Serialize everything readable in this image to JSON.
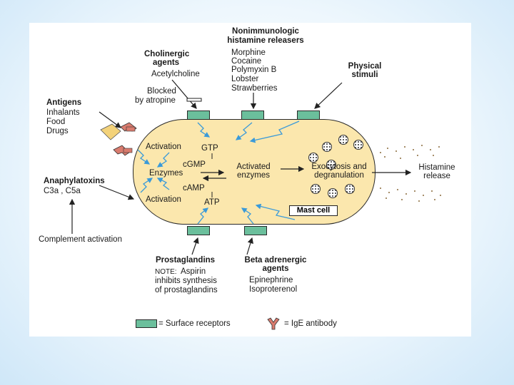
{
  "title": [
    "Nonimmunologic",
    "histamine releasers"
  ],
  "cholinergic": {
    "title": [
      "Cholinergic",
      "agents"
    ],
    "agent": "Acetylcholine",
    "blocked": [
      "Blocked",
      "by atropine"
    ]
  },
  "nonimmuno_list": [
    "Morphine",
    "Cocaine",
    "Polymyxin B",
    "Lobster",
    "Strawberries"
  ],
  "physical": [
    "Physical",
    "stimuli"
  ],
  "antigens": {
    "title": "Antigens",
    "items": [
      "Inhalants",
      "Food",
      "Drugs"
    ]
  },
  "anaphylatoxins": {
    "title": "Anaphylatoxins",
    "items": "C3a , C5a"
  },
  "complement": "Complement activation",
  "cell": {
    "activation_top": "Activation",
    "activation_bottom": "Activation",
    "enzymes": "Enzymes",
    "gtp": "GTP",
    "cgmp": "cGMP",
    "camp": "cAMP",
    "atp": "ATP",
    "activated_enzymes": [
      "Activated",
      "enzymes"
    ],
    "exocytosis": [
      "Exocytosis and",
      "degranulation"
    ],
    "mast_cell": "Mast cell"
  },
  "histamine": [
    "Histamine",
    "release"
  ],
  "prostaglandins": {
    "title": "Prostaglandins",
    "note_label": "NOTE:",
    "note": [
      "Aspirin",
      "inhibits synthesis",
      "of prostaglandins"
    ]
  },
  "beta": {
    "title": [
      "Beta adrenergic",
      "agents"
    ],
    "items": [
      "Epinephrine",
      "Isoproterenol"
    ]
  },
  "legend": {
    "receptors": "= Surface receptors",
    "ige": "= IgE antibody"
  },
  "colors": {
    "cell": "#fbe7ad",
    "receptor": "#6bbf9c",
    "arrow_blue": "#3a9ad9",
    "antibody": "#d97b6e",
    "antigen": "#f3d27a"
  }
}
